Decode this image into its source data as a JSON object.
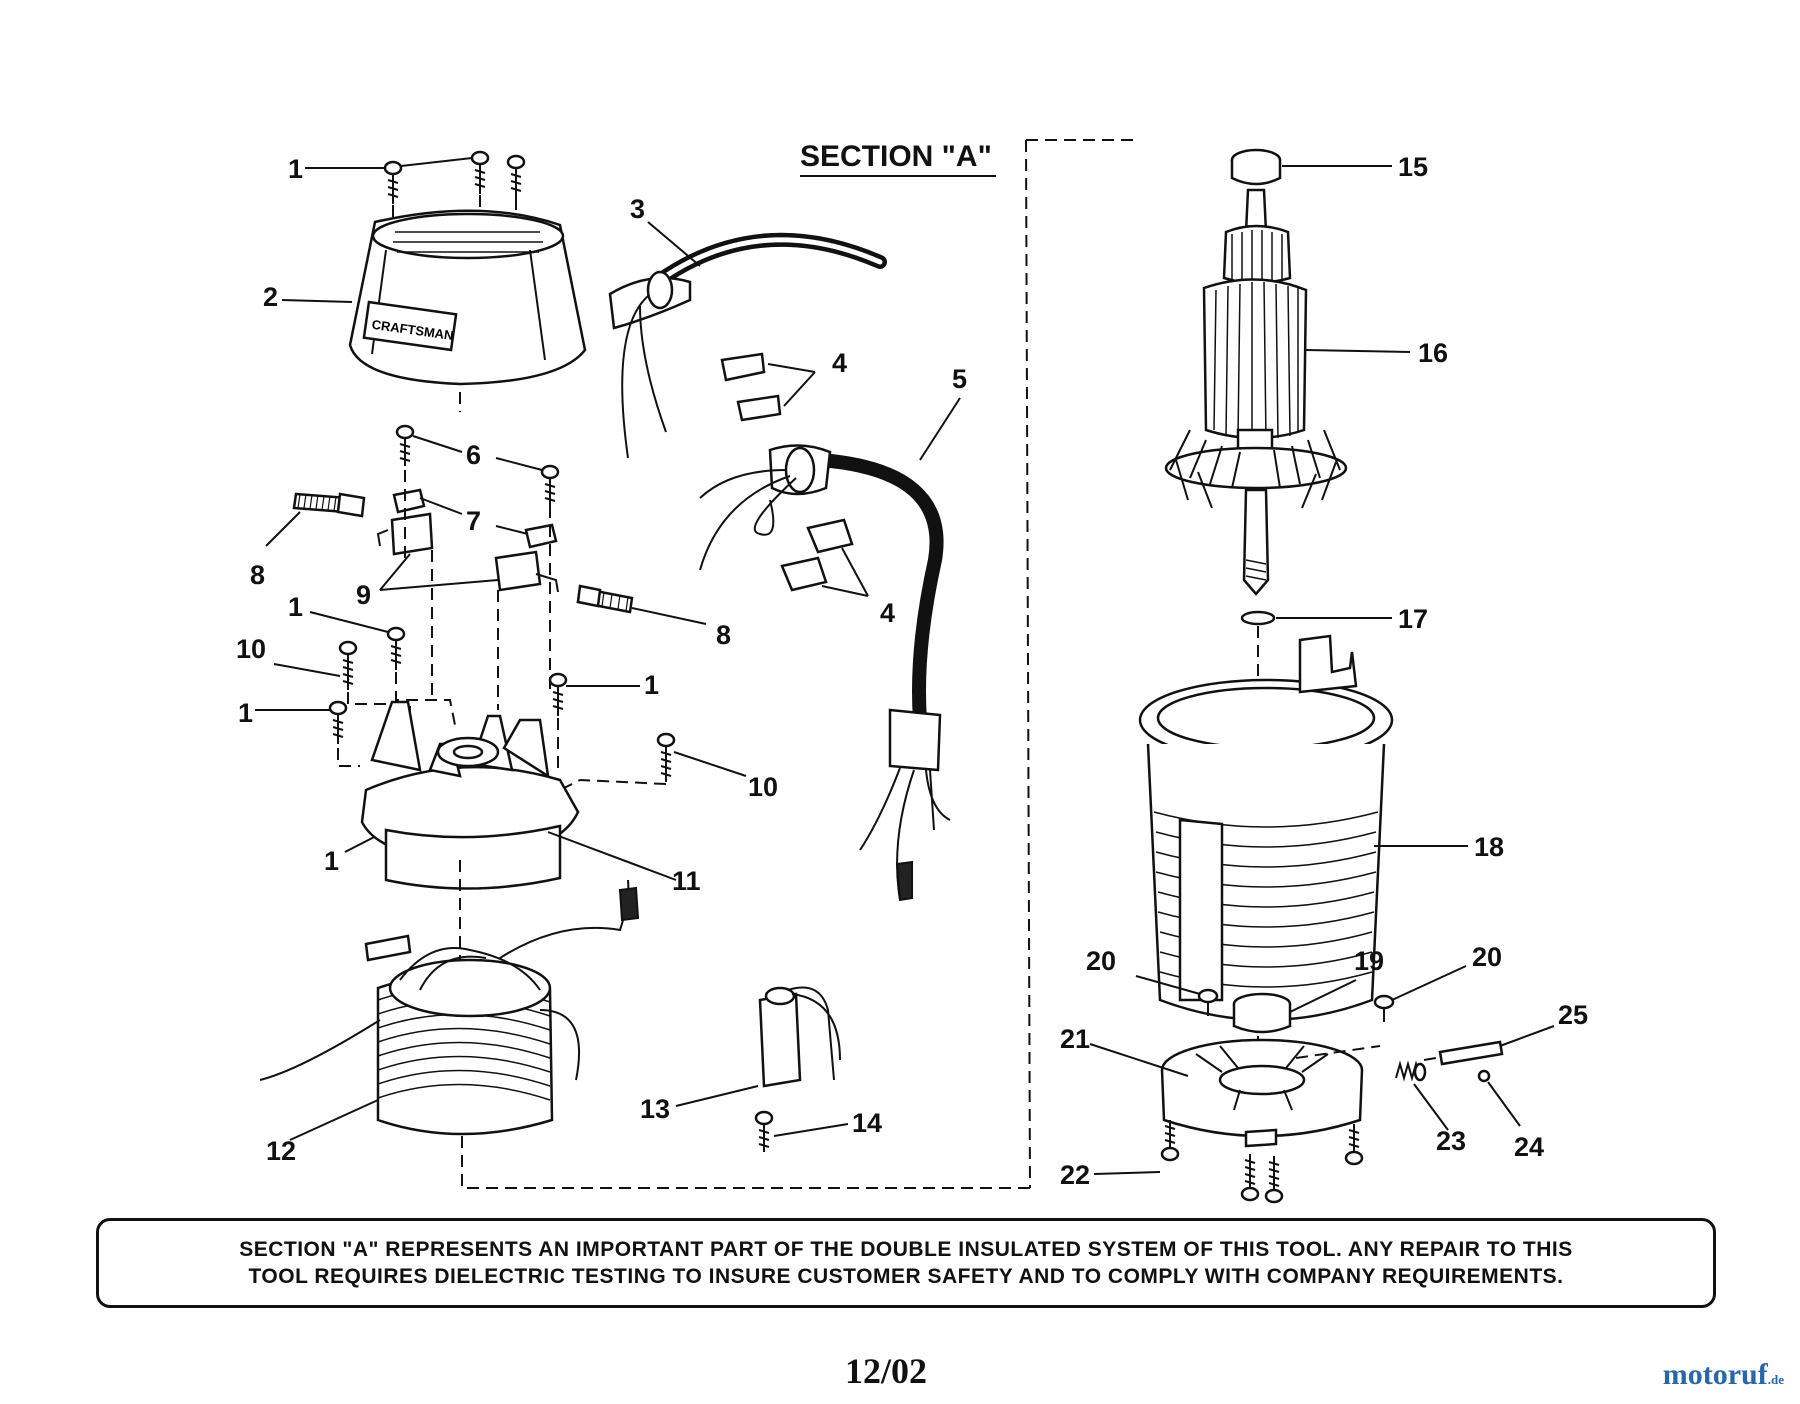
{
  "section_title": "SECTION \"A\"",
  "brand_label": "CRAFTSMAN",
  "callouts": {
    "c1a": "1",
    "c2": "2",
    "c3": "3",
    "c4a": "4",
    "c4b": "4",
    "c5": "5",
    "c6": "6",
    "c7": "7",
    "c8a": "8",
    "c8b": "8",
    "c9": "9",
    "c1b": "1",
    "c10a": "10",
    "c1c": "1",
    "c1d": "1",
    "c10b": "10",
    "c1e": "1",
    "c11": "11",
    "c12": "12",
    "c13": "13",
    "c14": "14",
    "c15": "15",
    "c16": "16",
    "c17": "17",
    "c18": "18",
    "c19": "19",
    "c20a": "20",
    "c20b": "20",
    "c21": "21",
    "c22": "22",
    "c23": "23",
    "c24": "24",
    "c25": "25"
  },
  "notice": {
    "line1": "SECTION \"A\" REPRESENTS AN IMPORTANT PART OF THE DOUBLE INSULATED SYSTEM OF THIS TOOL.  ANY REPAIR TO THIS",
    "line2": "TOOL REQUIRES DIELECTRIC TESTING TO INSURE CUSTOMER SAFETY AND TO COMPLY WITH COMPANY REQUIREMENTS."
  },
  "page_number": "12/02",
  "watermark": {
    "main": "motoruf",
    "suffix": ".de"
  }
}
